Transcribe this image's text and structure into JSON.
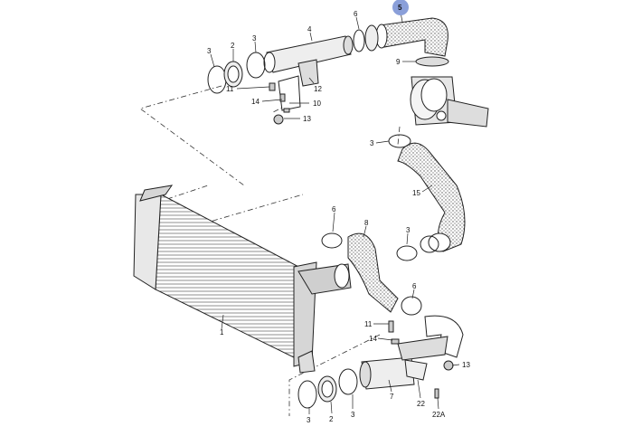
{
  "labels": {
    "l5": "5",
    "l6a": "6",
    "l4": "4",
    "l3a": "3",
    "l2a": "2",
    "l3b": "3",
    "l9": "9",
    "l11a": "11",
    "l12": "12",
    "l14a": "14",
    "l10": "10",
    "l13a": "13",
    "l3c": "3",
    "l15": "15",
    "l6b": "6",
    "l8": "8",
    "l3d": "3",
    "l6c": "6",
    "l11b": "11",
    "l14b": "14",
    "l13b": "13",
    "l1": "1",
    "l3e": "3",
    "l2b": "2",
    "l3f": "3",
    "l7": "7",
    "l22": "22",
    "l22a": "22A"
  },
  "colors": {
    "highlight": "#8a9fd9",
    "stipple_dark": "#555555",
    "line": "#222222"
  }
}
